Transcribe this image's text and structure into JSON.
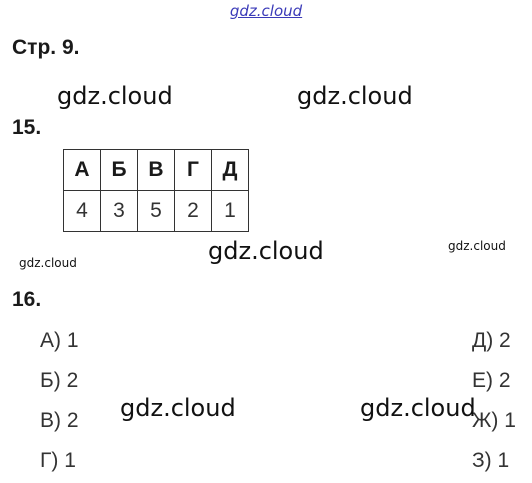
{
  "watermarks": {
    "top": "gdz.cloud",
    "big_1": "gdz.cloud",
    "big_2": "gdz.cloud",
    "big_3": "gdz.cloud",
    "big_4": "gdz.cloud",
    "big_5": "gdz.cloud",
    "small_1": "gdz.cloud",
    "small_2": "gdz.cloud"
  },
  "page_heading": "Стр. 9.",
  "task15": {
    "number": "15.",
    "headers": [
      "А",
      "Б",
      "В",
      "Г",
      "Д"
    ],
    "values": [
      "4",
      "3",
      "5",
      "2",
      "1"
    ]
  },
  "task16": {
    "number": "16.",
    "left": [
      "А) 1",
      "Б) 2",
      "В) 2",
      "Г) 1"
    ],
    "right": [
      "Д) 2",
      "Е) 2",
      "Ж) 1",
      "З) 1"
    ]
  }
}
